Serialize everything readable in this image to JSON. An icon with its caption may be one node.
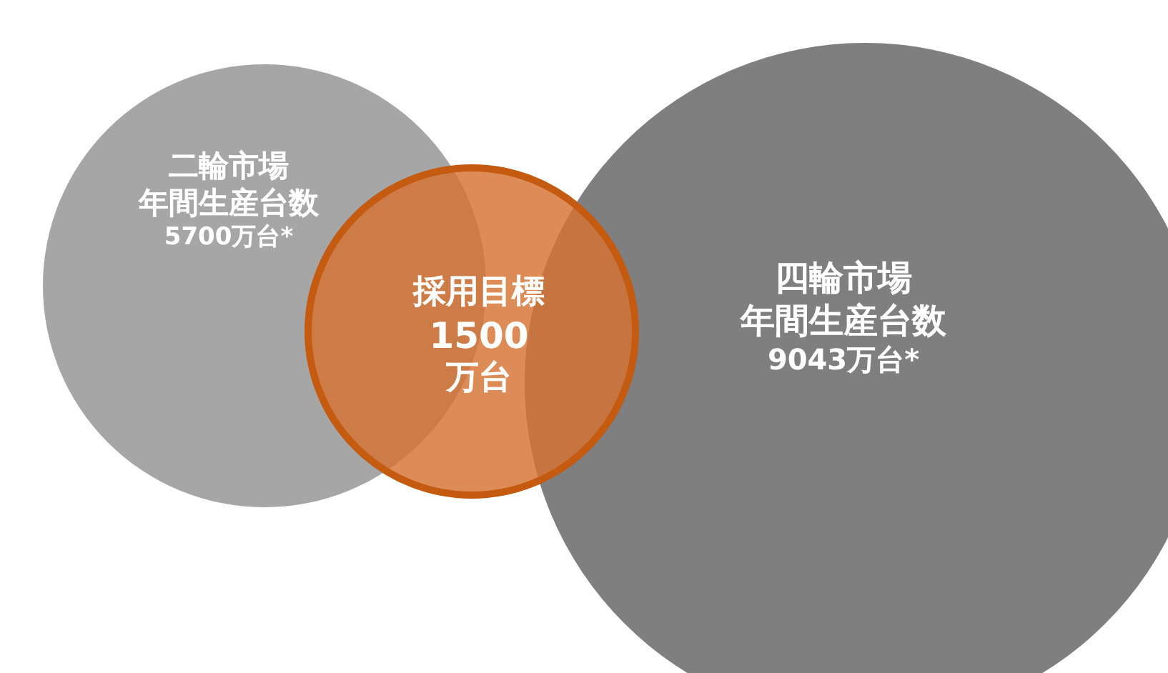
{
  "diagram": {
    "nodes": [
      {
        "text": [
          "二輪市場",
          "年間生産台数",
          "5700万台*"
        ]
      },
      {
        "text": [
          "採用目標",
          "1500",
          "万台"
        ]
      },
      {
        "text": [
          "四輪市場",
          "年間生産台数",
          "9043万台*"
        ]
      }
    ]
  }
}
